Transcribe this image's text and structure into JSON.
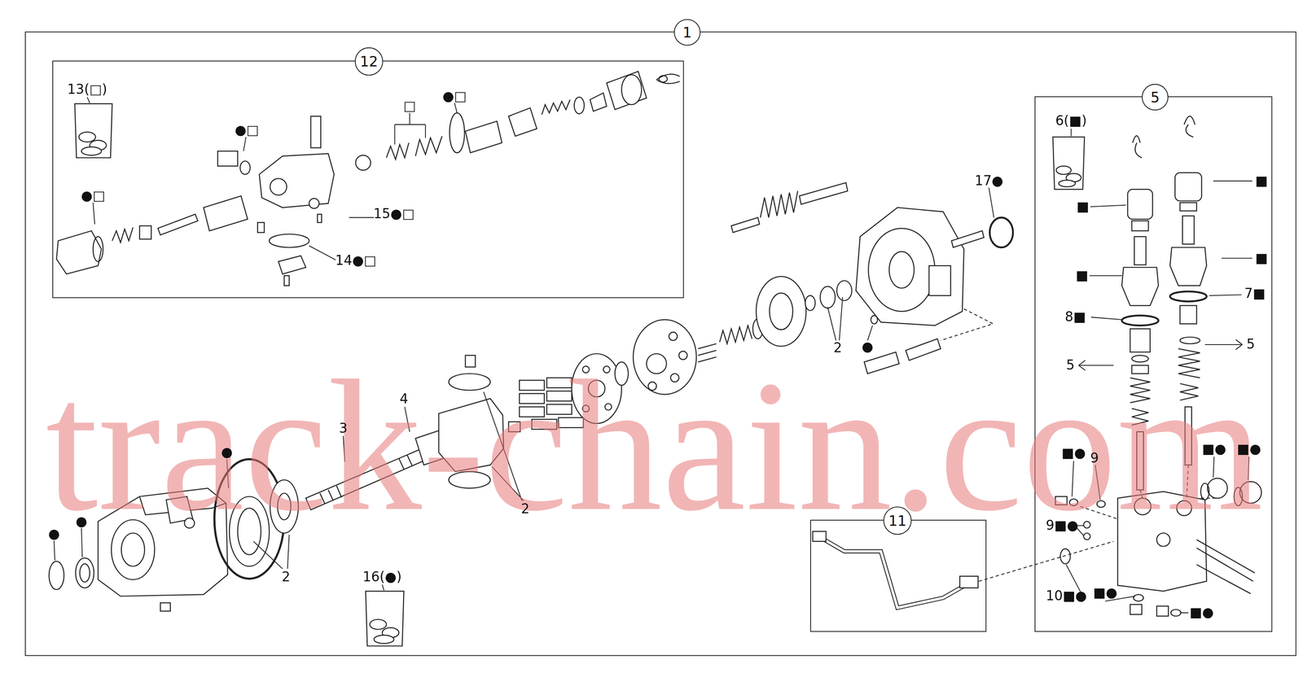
{
  "diagram": {
    "nodes": [
      {
        "text": [
          "1"
        ]
      },
      {
        "text": [
          "12"
        ],
        "in": 0
      },
      {
        "text": [
          "5"
        ],
        "in": 0
      },
      {
        "text": [
          "11"
        ],
        "in": 0
      }
    ],
    "labels": [
      "track-chain.com",
      "13(□)",
      "●□",
      "●□",
      "□",
      "●□",
      "15●□",
      "14●□",
      "17●",
      "2",
      "4",
      "3",
      "2",
      "2",
      "●",
      "●",
      "●",
      "16(●)",
      "●",
      "6(■)",
      "■",
      "■",
      "■",
      "■",
      "7■",
      "8■",
      "5",
      "5",
      "■●",
      "9",
      "■●",
      "■●",
      "9■●",
      "10■●",
      "■●",
      "■●"
    ]
  }
}
